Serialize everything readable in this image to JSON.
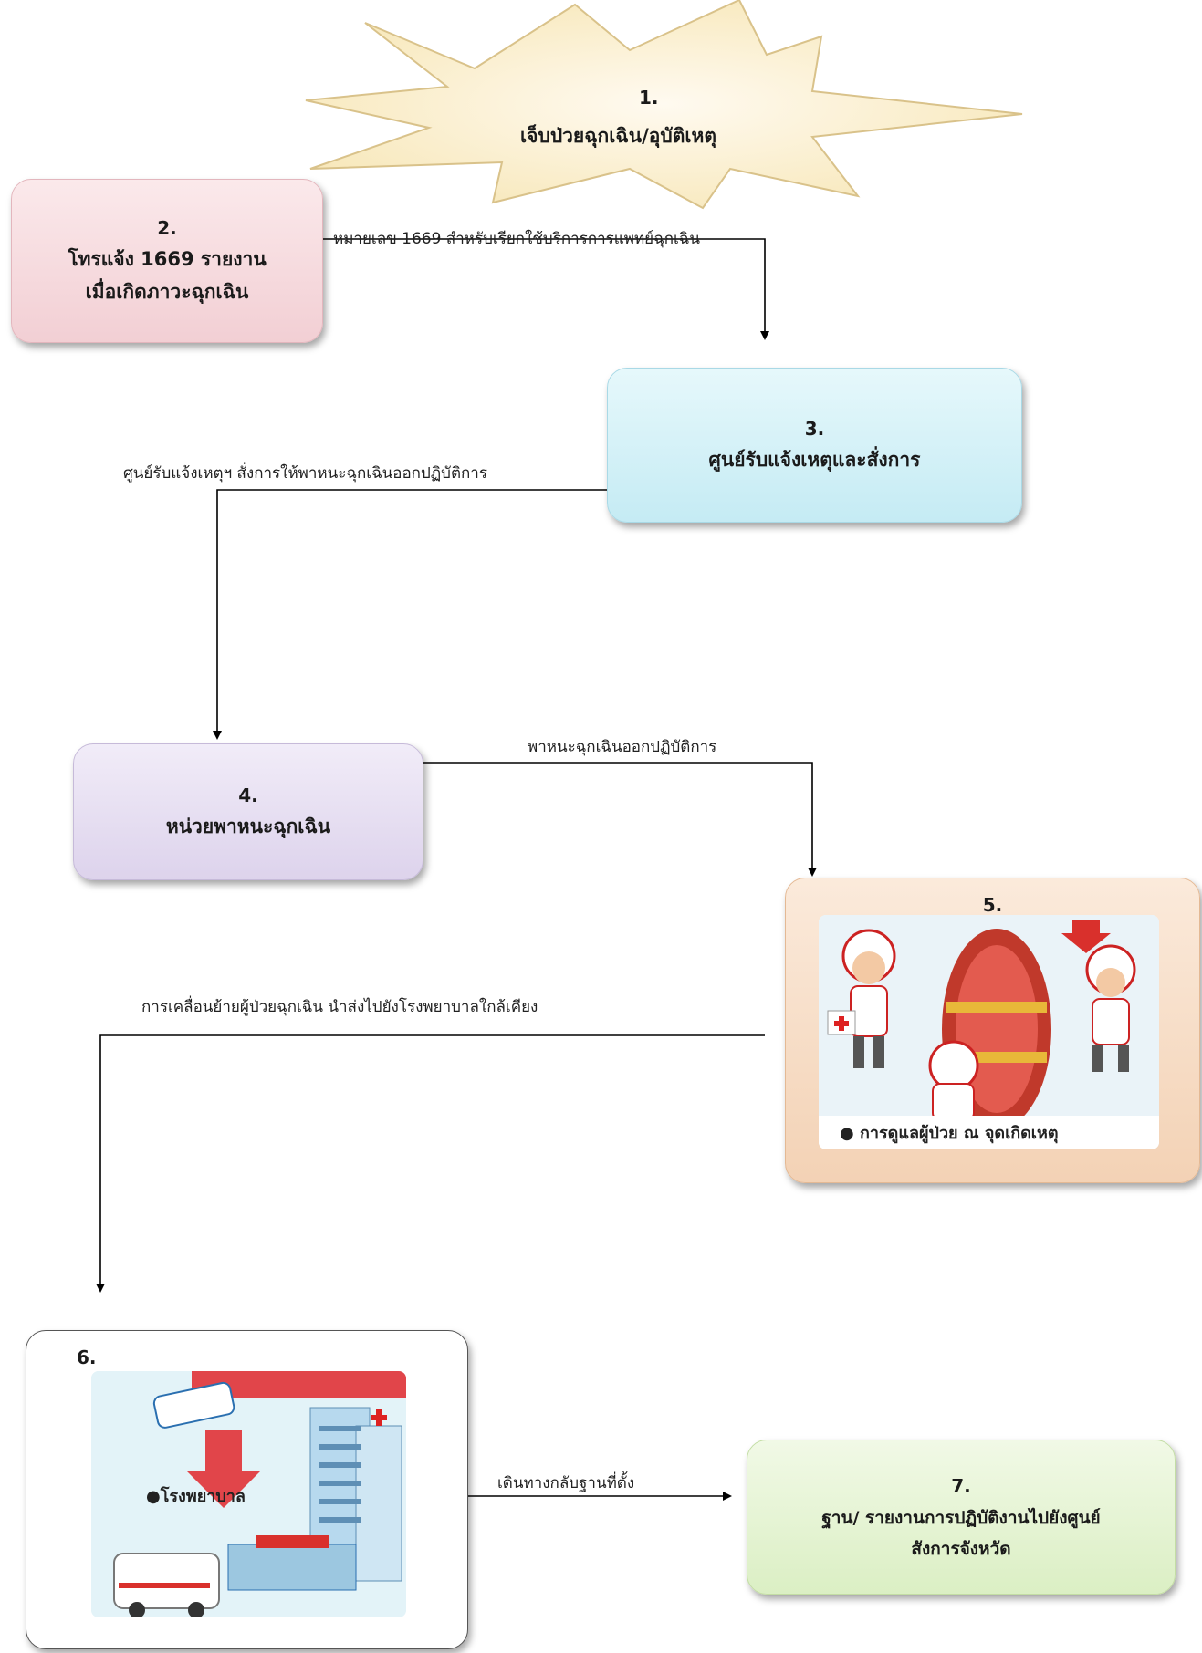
{
  "steps": [
    {
      "num": "1.",
      "text": "เจ็บป่วยฉุกเฉิน/อุบัติเหตุ"
    },
    {
      "num": "2.",
      "line1": "โทรแจ้ง 1669 รายงาน",
      "line2": "เมื่อเกิดภาวะฉุกเฉิน"
    },
    {
      "num": "3.",
      "text": "ศูนย์รับแจ้งเหตุและสั่งการ"
    },
    {
      "num": "4.",
      "text": "หน่วยพาหนะฉุกเฉิน"
    },
    {
      "num": "5.",
      "caption": "● การดูแลผู้ป่วย ณ จุดเกิดเหตุ"
    },
    {
      "num": "6.",
      "caption": "●โรงพยาบาล"
    },
    {
      "num": "7.",
      "line1": "ฐาน/ รายงานการปฏิบัติงานไปยังศูนย์",
      "line2": "สังการจังหวัด"
    }
  ],
  "connectors": [
    "หมายเลข 1669 สำหรับเรียกใช้บริการการแพทย์ฉุกเฉิน",
    "ศูนย์รับแจ้งเหตุฯ สั่งการให้พาหนะฉุกเฉินออกปฏิบัติการ",
    "พาหนะฉุกเฉินออกปฏิบัติการ",
    "การเคลื่อนย้ายผู้ป่วยฉุกเฉิน นำส่งไปยังโรงพยาบาลใกล้เคียง",
    "เดินทางกลับฐานที่ตั้ง"
  ],
  "colors": {
    "step1": "#fdf3d6",
    "step2": "#f5d8dc",
    "step3": "#cfeff6",
    "step4": "#e4dcf0",
    "step5": "#f7dcc4",
    "step6": "#ffffff",
    "step7": "#e6f4d4",
    "line": "#000000"
  }
}
